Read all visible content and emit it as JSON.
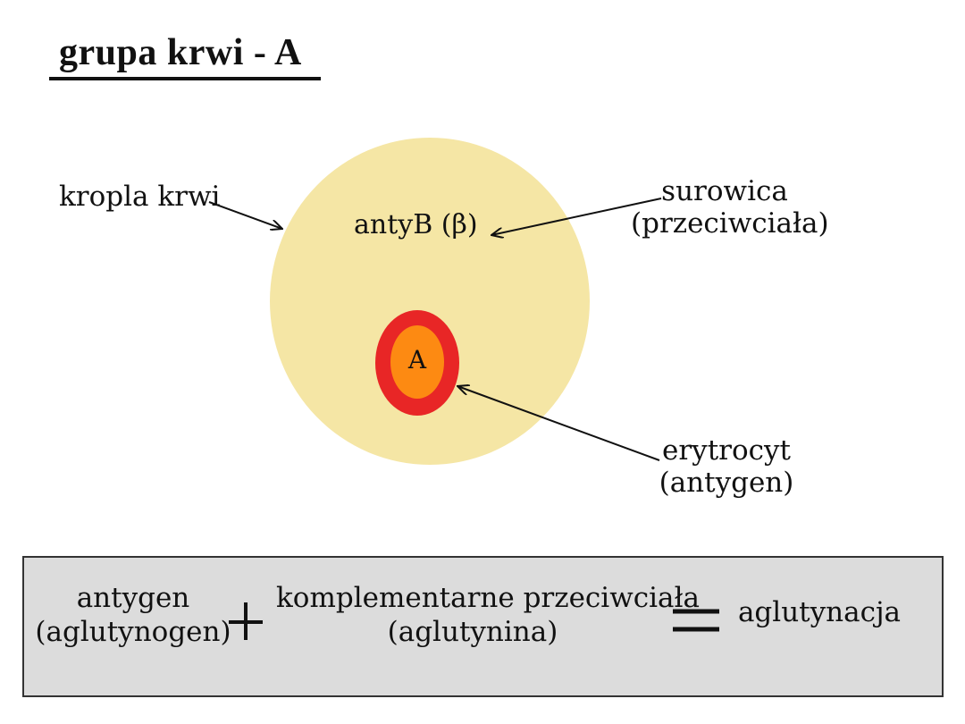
{
  "title": "grupa krwi - A",
  "diagram": {
    "drop_label": "kropla krwi",
    "antibody_label": "antyB (β)",
    "serum_label_line1": "surowica",
    "serum_label_line2": "(przeciwciała)",
    "cell_letter": "A",
    "cell_label_line1": "erytrocyt",
    "cell_label_line2": "(antygen)",
    "colors": {
      "drop": "#f5e6a5",
      "cell_outer": "#e82626",
      "cell_inner": "#fd8a12"
    }
  },
  "equation": {
    "term1_line1": "antygen",
    "term1_line2": "(aglutynogen)",
    "plus_symbol": "+",
    "term2_line1": "komplementarne przeciwciała",
    "term2_line2": "(aglutynina)",
    "equals_symbol": "=",
    "result": "aglutynacja",
    "box_color": "#dcdcdc"
  }
}
